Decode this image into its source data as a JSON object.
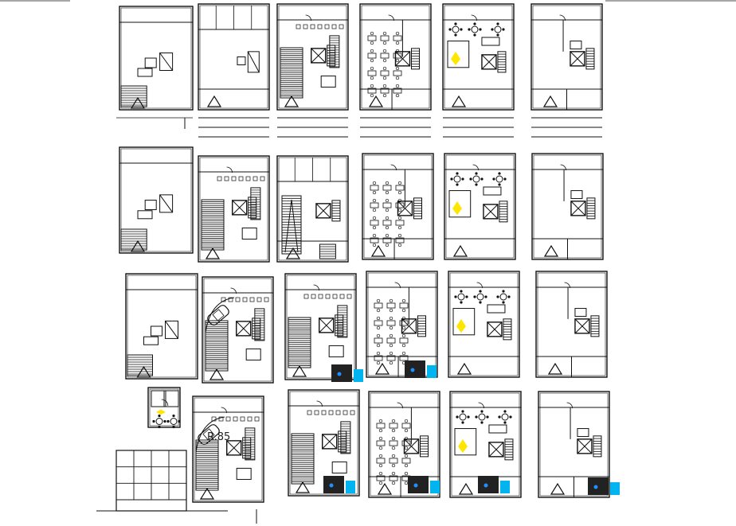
{
  "drawing": {
    "label_r85": "R.85",
    "colors": {
      "line": "#111111",
      "accent_blue": "#1e90ff",
      "accent_cyan": "#00b4f0",
      "accent_yellow": "#ffe600",
      "fill_dark": "#222222"
    },
    "rows": [
      {
        "id": "row-1",
        "plans": [
          "site",
          "open",
          "parking",
          "office",
          "office-furnished",
          "office-empty"
        ]
      },
      {
        "id": "row-2",
        "plans": [
          "site",
          "parking",
          "open-ramp",
          "office",
          "office-furnished",
          "office-empty"
        ]
      },
      {
        "id": "row-3",
        "plans": [
          "site",
          "parking-car",
          "parking",
          "office",
          "office-furnished",
          "office-empty"
        ]
      },
      {
        "id": "row-4",
        "plans": [
          "detail",
          "parking-car",
          "parking",
          "office",
          "office-furnished",
          "office-empty"
        ]
      }
    ],
    "elevation": "front-elevation"
  }
}
